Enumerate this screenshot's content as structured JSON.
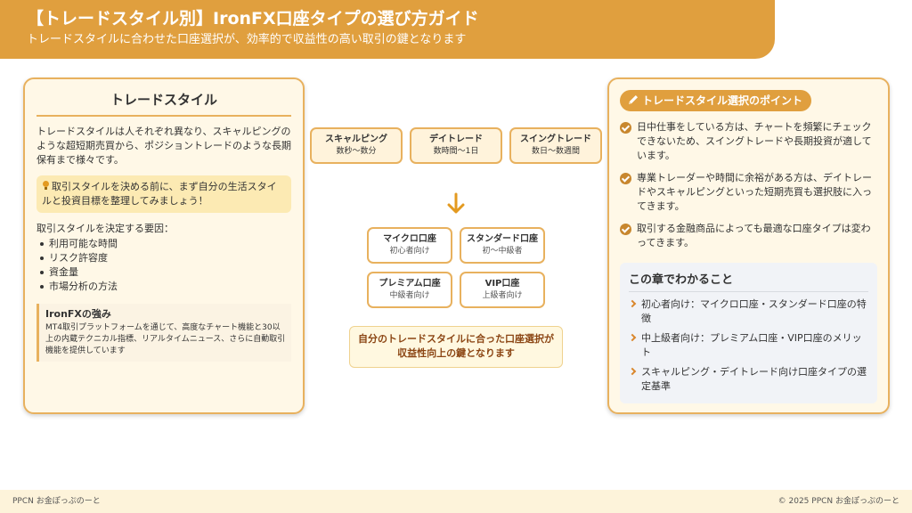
{
  "header": {
    "title": "【トレードスタイル別】IronFX口座タイプの選び方ガイド",
    "subtitle": "トレードスタイルに合わせた口座選択が、効率的で収益性の高い取引の鍵となります"
  },
  "left_card": {
    "title": "トレードスタイル",
    "intro": "トレードスタイルは人それぞれ異なり、スキャルピングのような超短期売買から、ポジショントレードのような長期保有まで様々です。",
    "hint": "取引スタイルを決める前に、まず自分の生活スタイルと投資目標を整理してみましょう！",
    "factors_title": "取引スタイルを決定する要因：",
    "factors": [
      "利用可能な時間",
      "リスク許容度",
      "資金量",
      "市場分析の方法"
    ],
    "strength_title": "IronFXの強み",
    "strength_text": "MT4取引プラットフォームを通じて、高度なチャート機能と30以上の内蔵テクニカル指標、リアルタイムニュース、さらに自動取引機能を提供しています"
  },
  "styles": [
    {
      "name": "スキャルピング",
      "sub": "数秒〜数分"
    },
    {
      "name": "デイトレード",
      "sub": "数時間〜1日"
    },
    {
      "name": "スイングトレード",
      "sub": "数日〜数週間"
    }
  ],
  "accounts": [
    {
      "name": "マイクロ口座",
      "sub": "初心者向け"
    },
    {
      "name": "スタンダード口座",
      "sub": "初〜中級者"
    },
    {
      "name": "プレミアム口座",
      "sub": "中級者向け"
    },
    {
      "name": "VIP口座",
      "sub": "上級者向け"
    }
  ],
  "key_message": {
    "line1": "自分のトレードスタイルに合った口座選択が",
    "line2": "収益性向上の鍵となります"
  },
  "right_card": {
    "pill": "トレードスタイル選択のポイント",
    "points": [
      "日中仕事をしている方は、チャートを頻繁にチェックできないため、スイングトレードや長期投資が適しています。",
      "専業トレーダーや時間に余裕がある方は、デイトレードやスキャルピングといった短期売買も選択肢に入ってきます。",
      "取引する金融商品によっても最適な口座タイプは変わってきます。"
    ],
    "chapter_title": "この章でわかること",
    "chapter_items": [
      "初心者向け：マイクロ口座・スタンダード口座の特徴",
      "中上級者向け：プレミアム口座・VIP口座のメリット",
      "スキャルピング・デイトレード向け口座タイプの選定基準"
    ]
  },
  "footer": {
    "left": "PPCN お金ぽっぷのーと",
    "right": "© 2025 PPCN お金ぽっぷのーと"
  },
  "colors": {
    "accent": "#E09F3E",
    "border": "#E8B15E",
    "card_bg": "#FFF8E7",
    "key_text": "#8B4513"
  }
}
